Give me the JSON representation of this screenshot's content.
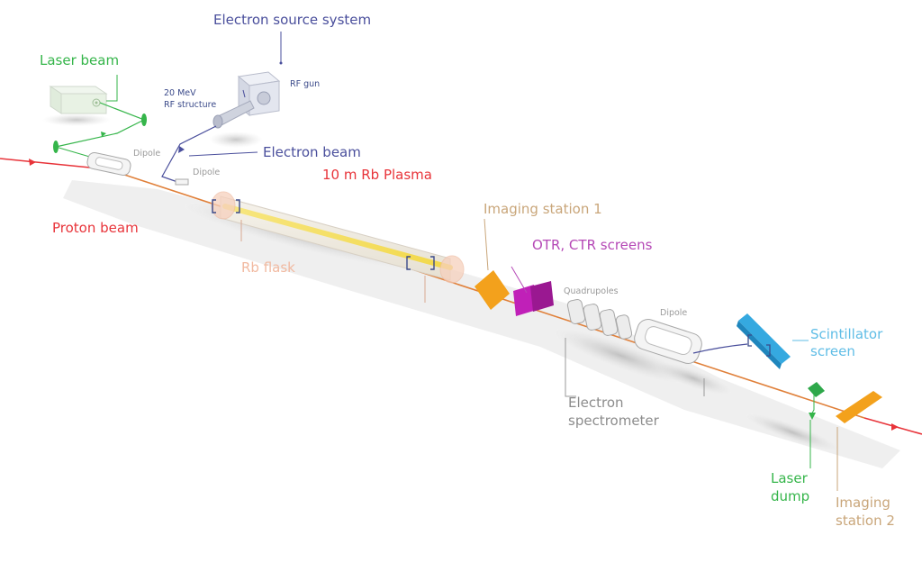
{
  "labels": {
    "electron_source_system": "Electron source system",
    "rf_gun": "RF gun",
    "rf_structure_line1": "20 MeV",
    "rf_structure_line2": "RF structure",
    "laser_beam": "Laser beam",
    "electron_beam": "Electron beam",
    "dipole_1": "Dipole",
    "dipole_2": "Dipole",
    "rb_plasma": "10 m Rb Plasma",
    "proton_beam": "Proton beam",
    "rb_flask": "Rb flask",
    "imaging_station_1": "Imaging station 1",
    "otr_ctr_screens": "OTR, CTR screens",
    "quadrupoles": "Quadrupoles",
    "dipole_3": "Dipole",
    "scintillator_line1": "Scintillator",
    "scintillator_line2": "screen",
    "electron_spectrometer_line1": "Electron",
    "electron_spectrometer_line2": "spectrometer",
    "laser_dump_line1": "Laser",
    "laser_dump_line2": "dump",
    "imaging_station_2_line1": "Imaging",
    "imaging_station_2_line2": "station 2"
  },
  "colors": {
    "laser": "#35b54a",
    "proton": "#e8343a",
    "electron": "#4a4f9c",
    "beamline": "#e0803a",
    "plasma": "#f2e24a",
    "imaging": "#f3a11c",
    "otr": "#b01fa8",
    "scintillator": "#35a9e0",
    "grey": "#9a9a9a"
  }
}
